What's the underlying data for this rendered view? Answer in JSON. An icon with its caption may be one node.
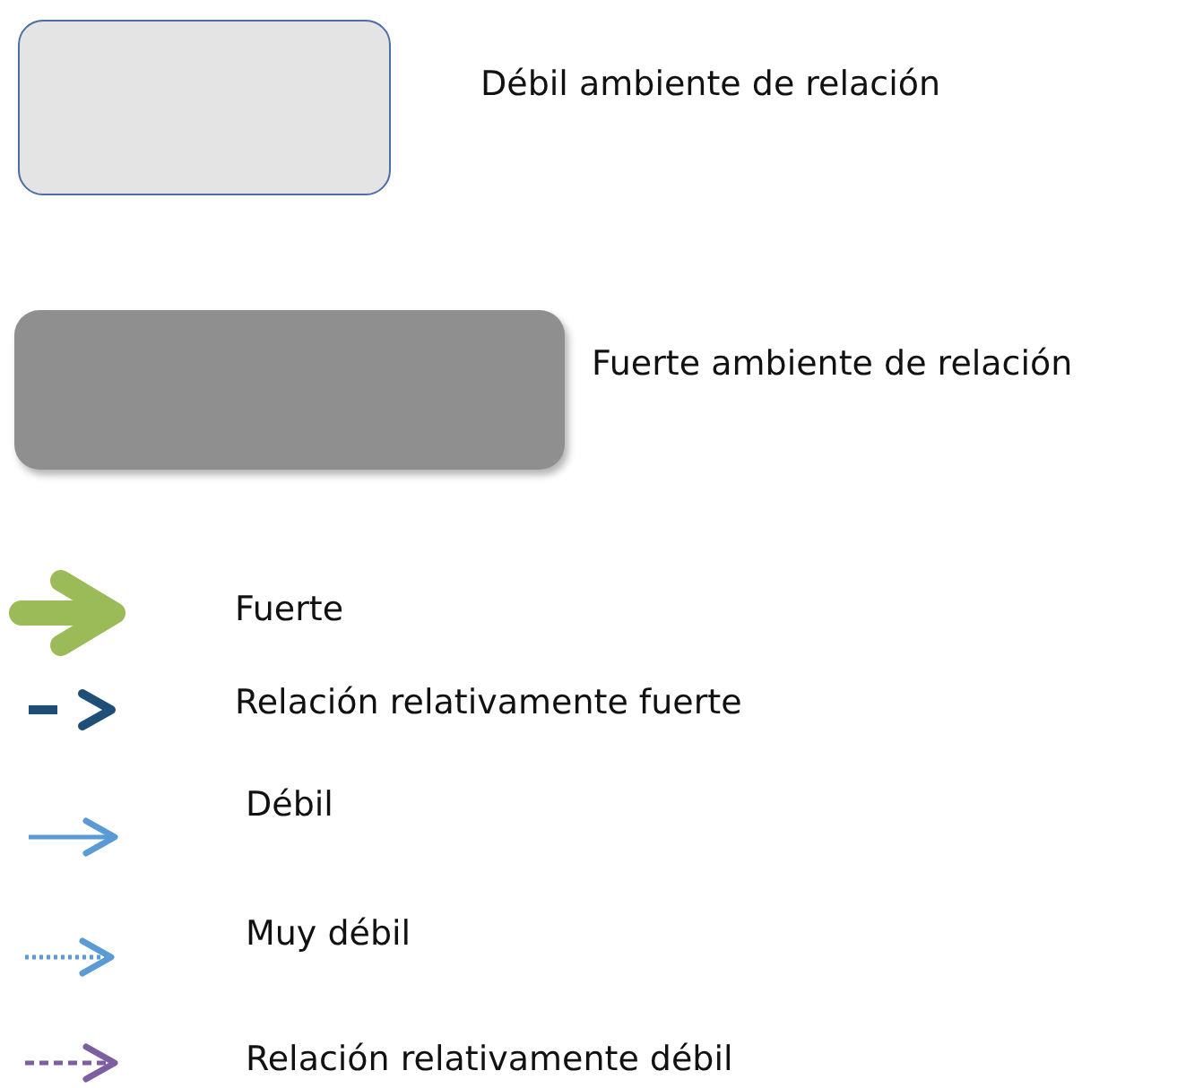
{
  "diagram": {
    "legend": [
      {
        "text": "Débil ambiente de relación",
        "color": "#e4e4e4"
      },
      {
        "text": "Fuerte ambiente de relación",
        "color": "#8f8f8f"
      },
      {
        "text": "Fuerte"
      },
      {
        "text": "Relación relativamente fuerte"
      },
      {
        "text": "Débil"
      },
      {
        "text": "Muy débil"
      },
      {
        "text": "Relación relativamente débil"
      }
    ]
  }
}
